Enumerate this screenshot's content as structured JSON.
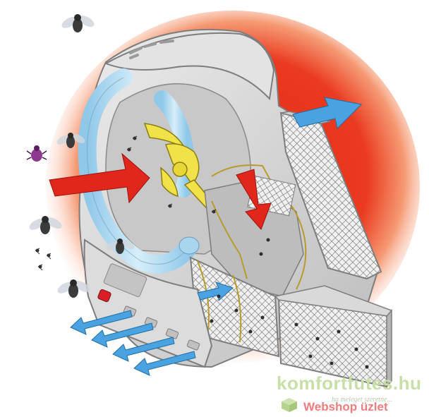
{
  "watermark": {
    "domain": "komfortfutes.hu",
    "tagline": "ha meleget szeretne...",
    "shop": "Webshop üzlet"
  },
  "colors": {
    "glow_outer": "#ffffff",
    "glow_mid": "#f7a07a",
    "glow_inner": "#e8321c",
    "housing": "#d6d6d6",
    "housing_dark": "#a9a9a9",
    "uv_tube": "#a9d6ef",
    "fan_blade": "#f2e24a",
    "arrow_red": "#e1261c",
    "arrow_blue": "#4aa3e0",
    "mesh": "#8c8c8c",
    "switch": "#d81f26"
  },
  "icons": [
    "fly-icon",
    "beetle-icon",
    "mosquito-icon",
    "cube-icon"
  ]
}
